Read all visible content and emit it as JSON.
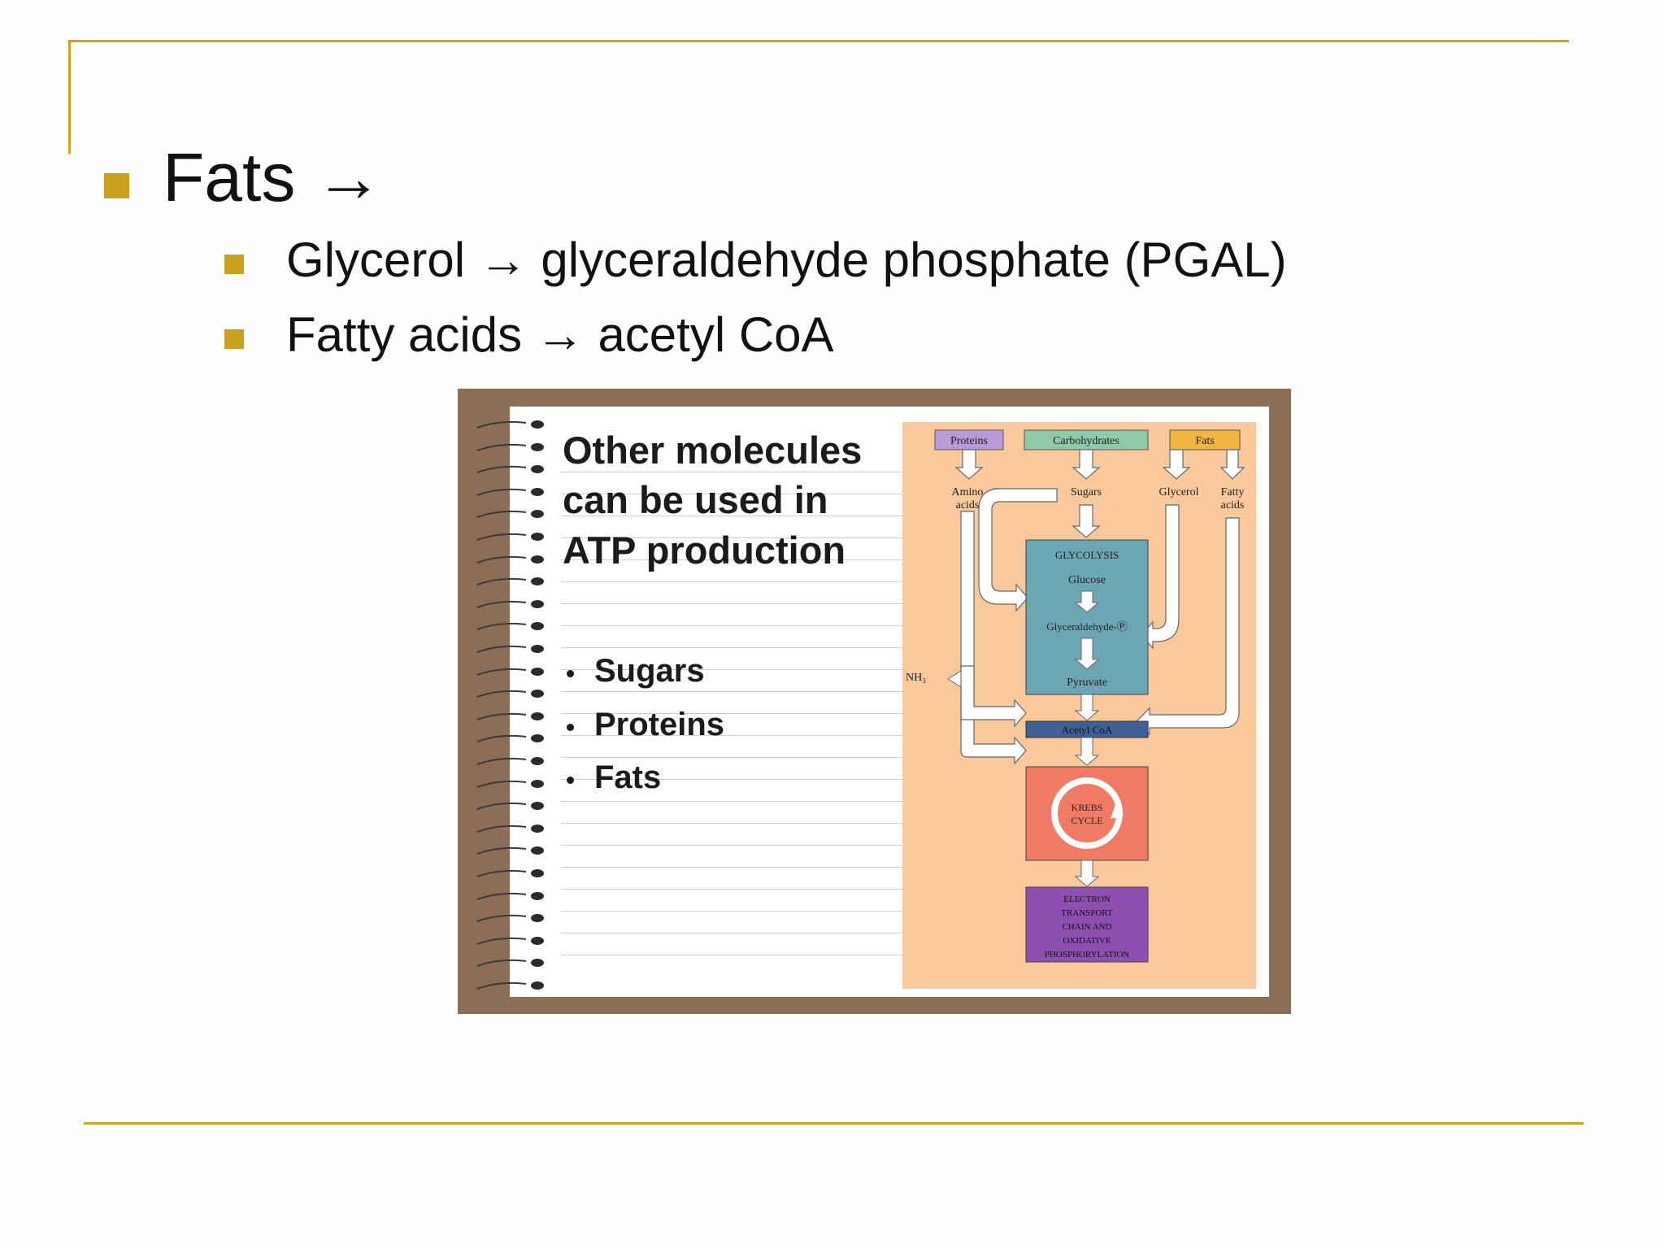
{
  "slide": {
    "heading": "Fats →",
    "bullets": [
      "Glycerol → glyceraldehyde phosphate (PGAL)",
      "Fatty acids → acetyl CoA"
    ]
  },
  "image": {
    "title_lines": [
      "Other molecules",
      "can be used in",
      "ATP production"
    ],
    "list": [
      "Sugars",
      "Proteins",
      "Fats"
    ],
    "diagram": {
      "sources": [
        "Proteins",
        "Carbohydrates",
        "Fats"
      ],
      "amino_acids": [
        "Amino",
        "acids"
      ],
      "sugars": "Sugars",
      "glycerol": "Glycerol",
      "fatty_acids": [
        "Fatty",
        "acids"
      ],
      "glycolysis": "GLYCOLYSIS",
      "glucose": "Glucose",
      "glyceraldehyde": "Glyceraldehyde-Ⓟ",
      "pyruvate": "Pyruvate",
      "nh3": "NH₃",
      "acetyl_coa": "Acetyl CoA",
      "krebs": [
        "KREBS",
        "CYCLE"
      ],
      "etc": [
        "ELECTRON",
        "TRANSPORT",
        "CHAIN AND",
        "OXIDATIVE",
        "PHOSPHORYLATION"
      ]
    }
  },
  "colors": {
    "accent": "#d4a317",
    "frame": "#8b6e55",
    "diagram_bg": "#f9c99b",
    "proteins": "#b79ad8",
    "carbohydrates": "#8fc9a8",
    "fats": "#f2b640",
    "glycolysis": "#6aa6b4",
    "acetyl_coa": "#3f5f95",
    "krebs": "#f07a63",
    "etc": "#8d4fb0"
  }
}
